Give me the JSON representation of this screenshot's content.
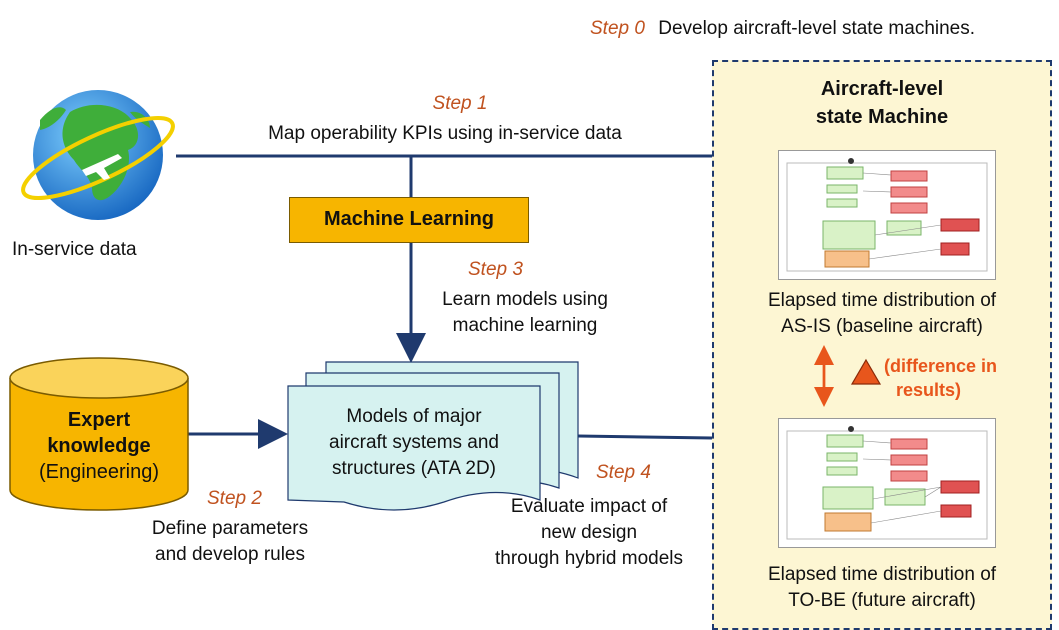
{
  "header": {
    "step0_label": "Step 0",
    "step0_text": "Develop aircraft-level state machines."
  },
  "in_service": {
    "label": "In-service data",
    "icon": "globe-airplane-icon"
  },
  "step1": {
    "label": "Step 1",
    "text": "Map operability KPIs using in-service data"
  },
  "machine_learning": {
    "label": "Machine Learning"
  },
  "step3": {
    "label": "Step 3",
    "line1": "Learn models using",
    "line2": "machine learning"
  },
  "expert": {
    "line1": "Expert",
    "line2": "knowledge",
    "line3": "(Engineering)"
  },
  "step2": {
    "label": "Step 2",
    "line1": "Define parameters",
    "line2": "and develop rules"
  },
  "models": {
    "line1": "Models of major",
    "line2": "aircraft systems and",
    "line3": "structures (ATA 2D)"
  },
  "step4": {
    "label": "Step 4",
    "line1": "Evaluate impact of",
    "line2": "new design",
    "line3": "through hybrid models"
  },
  "state_machine_panel": {
    "title_line1": "Aircraft-level",
    "title_line2": "state Machine",
    "as_is_line1": "Elapsed time distribution of",
    "as_is_line2": "AS-IS (baseline aircraft)",
    "to_be_line1": "Elapsed time distribution of",
    "to_be_line2": "TO-BE (future aircraft)",
    "difference_line1": "(difference in",
    "difference_line2": "results)"
  },
  "colors": {
    "step_orange": "#c0521f",
    "navy": "#1f3a6e",
    "ml_box": "#f7b500",
    "cylinder": "#f7b500",
    "models_fill": "#d6f2f0",
    "panel_fill": "#fdf6d3",
    "difference": "#e8561c"
  }
}
